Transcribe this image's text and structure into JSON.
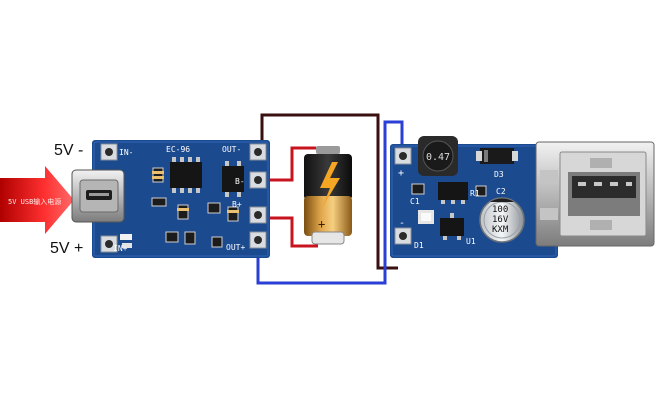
{
  "labels": {
    "negative": "5V -",
    "positive": "5V +"
  },
  "charger_board": {
    "silk_top_left": "IN-",
    "silk_top_mid": "EC-96",
    "silk_top_right": "OUT-",
    "silk_b_minus": "B-",
    "silk_b_plus": "B+",
    "silk_bottom_left": "IN+",
    "silk_bottom_right": "OUT+"
  },
  "boost_board": {
    "silk_inductor": "0.47",
    "silk_d3": "D3",
    "silk_r": "R1",
    "silk_cap": [
      "100",
      "16V",
      "KXM"
    ],
    "silk_c1": "C1",
    "silk_c2": "C2",
    "silk_d1": "D1",
    "silk_u1": "U1",
    "silk_minus": "-",
    "silk_plus": "+"
  },
  "input_arrow_text": "5V USB输入电源",
  "colors": {
    "pcb_blue": "#1b4a8f",
    "wire_dark": "#3a0f0f",
    "wire_red": "#c8141e",
    "wire_blue": "#2a3fd6",
    "arrow_red": "#e02020"
  }
}
